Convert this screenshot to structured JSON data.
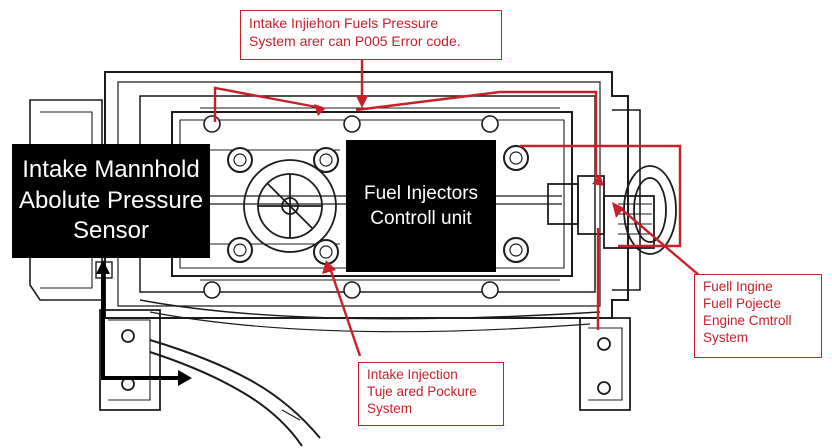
{
  "colors": {
    "line": "#1c1c1c",
    "accent": "#c8202a",
    "box_fill": "#000000",
    "box_text": "#ffffff"
  },
  "callouts": {
    "top": {
      "line1": "Intake Injiehon Fuels Pressure",
      "line2": "System arer can P005 Error code."
    },
    "right": {
      "line1": "Fuell Ingine",
      "line2": "Fuell Pojecte",
      "line3": "Engine Cmtroll",
      "line4": "System"
    },
    "bottom": {
      "line1": "Intake Injection",
      "line2": "Tuje ared Pockure",
      "line3": "System"
    }
  },
  "labels": {
    "map_sensor": {
      "line1": "Intake Mannhold",
      "line2": "Abolute Pressure",
      "line3": "Sensor"
    },
    "injectors": {
      "line1": "Fuel Injectors",
      "line2": "Controll unit"
    }
  }
}
